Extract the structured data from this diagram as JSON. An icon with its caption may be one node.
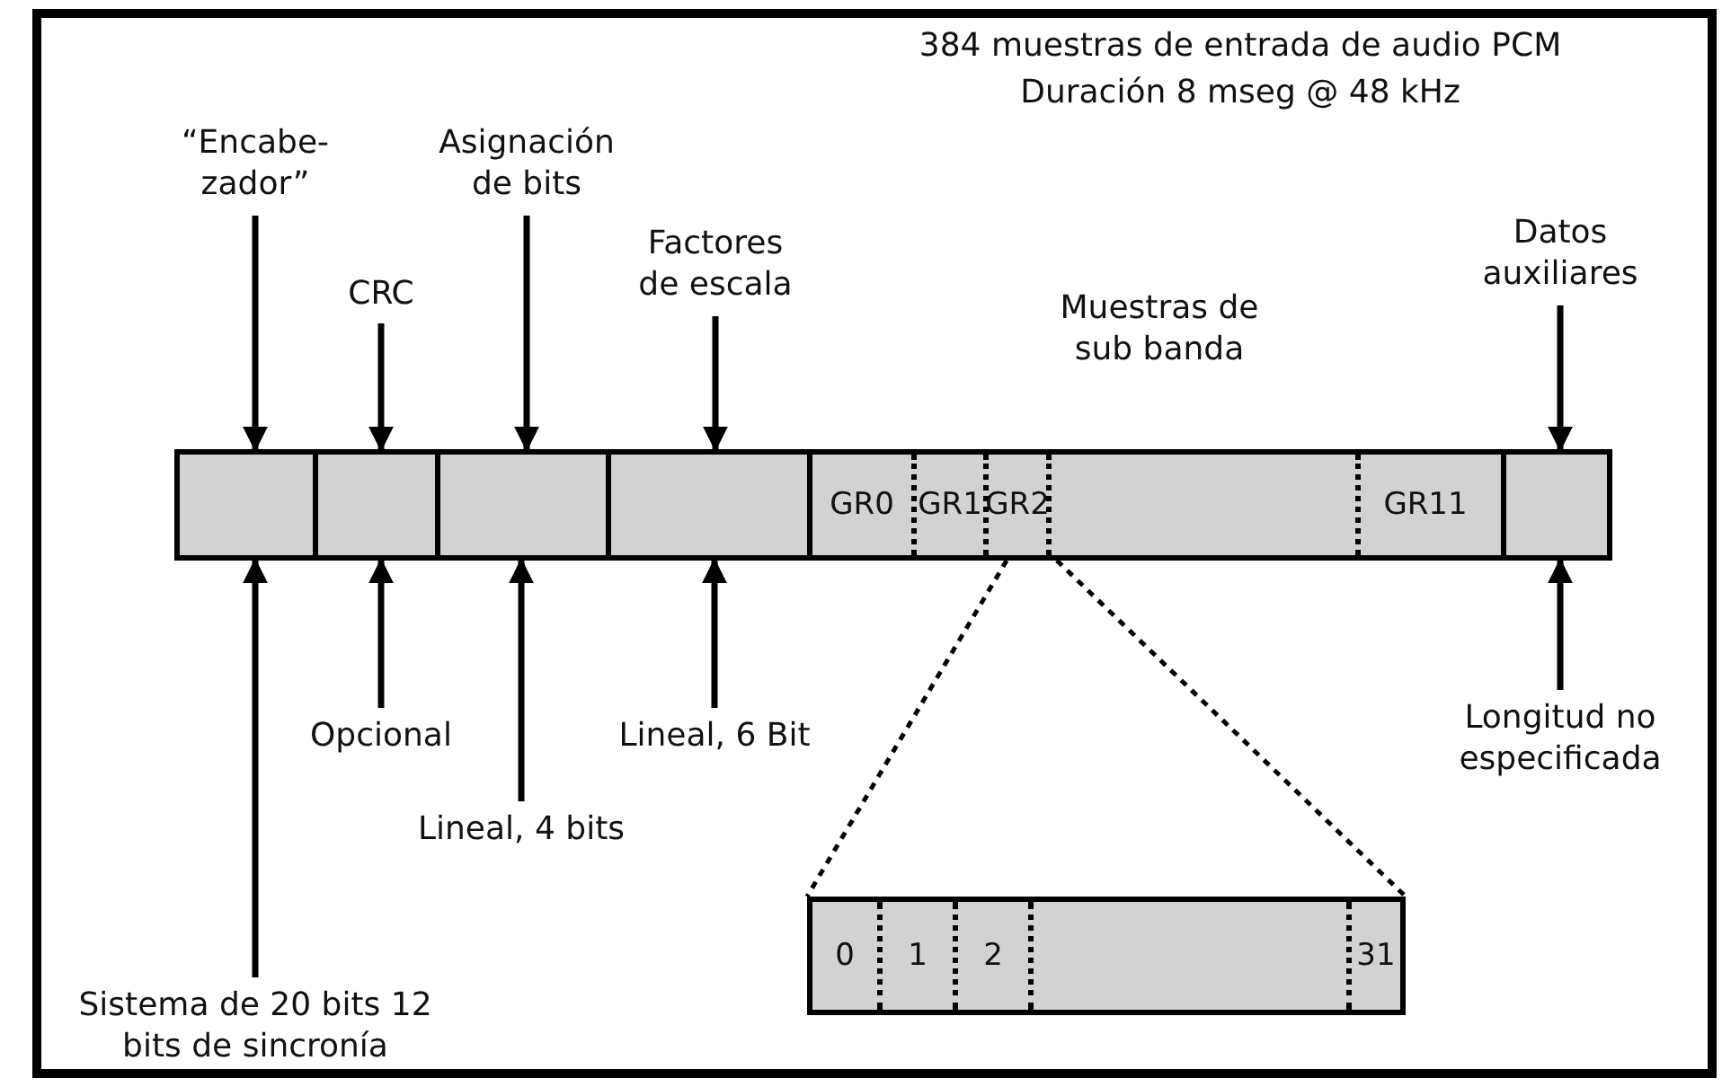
{
  "diagram": {
    "nodes": [
      {
        "text": [],
        "shape": "bar"
      },
      {
        "text": [],
        "shape": "box",
        "in": 0
      },
      {
        "text": [],
        "shape": "box",
        "in": 0
      },
      {
        "text": [],
        "shape": "box",
        "in": 0
      },
      {
        "text": [],
        "shape": "box",
        "in": 0
      },
      {
        "text": [],
        "shape": "box",
        "in": 0,
        "beside": [
          "Muestras de sub banda"
        ]
      },
      {
        "text": [
          "GR0"
        ],
        "in": 5
      },
      {
        "text": [
          "GR1"
        ],
        "in": 5
      },
      {
        "text": [
          "GR2"
        ],
        "in": 5
      },
      {
        "text": [],
        "shape": "box",
        "in": 5
      },
      {
        "text": [
          "GR11"
        ],
        "in": 5
      },
      {
        "text": [],
        "shape": "box",
        "in": 0
      },
      {
        "text": [],
        "shape": "bar"
      },
      {
        "text": [
          "0"
        ],
        "in": 12
      },
      {
        "text": [
          "1"
        ],
        "in": 12
      },
      {
        "text": [
          "2"
        ],
        "in": 12
      },
      {
        "text": [],
        "shape": "box",
        "in": 12
      },
      {
        "text": [
          "31"
        ],
        "in": 12
      },
      {
        "text": [
          "“Encabe- zador”"
        ]
      },
      {
        "text": [
          "CRC"
        ]
      },
      {
        "text": [
          "Asignación de bits"
        ]
      },
      {
        "text": [
          "Factores de escala"
        ]
      },
      {
        "text": [
          "Datos auxiliares"
        ]
      },
      {
        "text": [
          "Sistema de 20 bits 12 bits de sincronía"
        ]
      },
      {
        "text": [
          "Opcional"
        ]
      },
      {
        "text": [
          "Lineal, 4 bits"
        ]
      },
      {
        "text": [
          "Lineal, 6 Bit"
        ]
      },
      {
        "text": [
          "Longitud no especificada"
        ]
      }
    ],
    "edges": [
      {
        "from": 18,
        "to": 1,
        "arrow": "to"
      },
      {
        "from": 19,
        "to": 2,
        "arrow": "to"
      },
      {
        "from": 20,
        "to": 3,
        "arrow": "to"
      },
      {
        "from": 21,
        "to": 4,
        "arrow": "to"
      },
      {
        "from": 22,
        "to": 11,
        "arrow": "to"
      },
      {
        "from": 23,
        "to": 1,
        "arrow": "to"
      },
      {
        "from": 24,
        "to": 2,
        "arrow": "to"
      },
      {
        "from": 25,
        "to": 3,
        "arrow": "to"
      },
      {
        "from": 26,
        "to": 4,
        "arrow": "to"
      },
      {
        "from": 27,
        "to": 11,
        "arrow": "to"
      },
      {
        "from": 8,
        "to": 12,
        "arrow": "none",
        "style": "dashed"
      },
      {
        "from": 8,
        "to": 12,
        "arrow": "none",
        "style": "dashed"
      }
    ],
    "labels": [
      "384 muestras de entrada de audio PCM",
      "Duración 8 mseg @ 48 kHz"
    ]
  }
}
